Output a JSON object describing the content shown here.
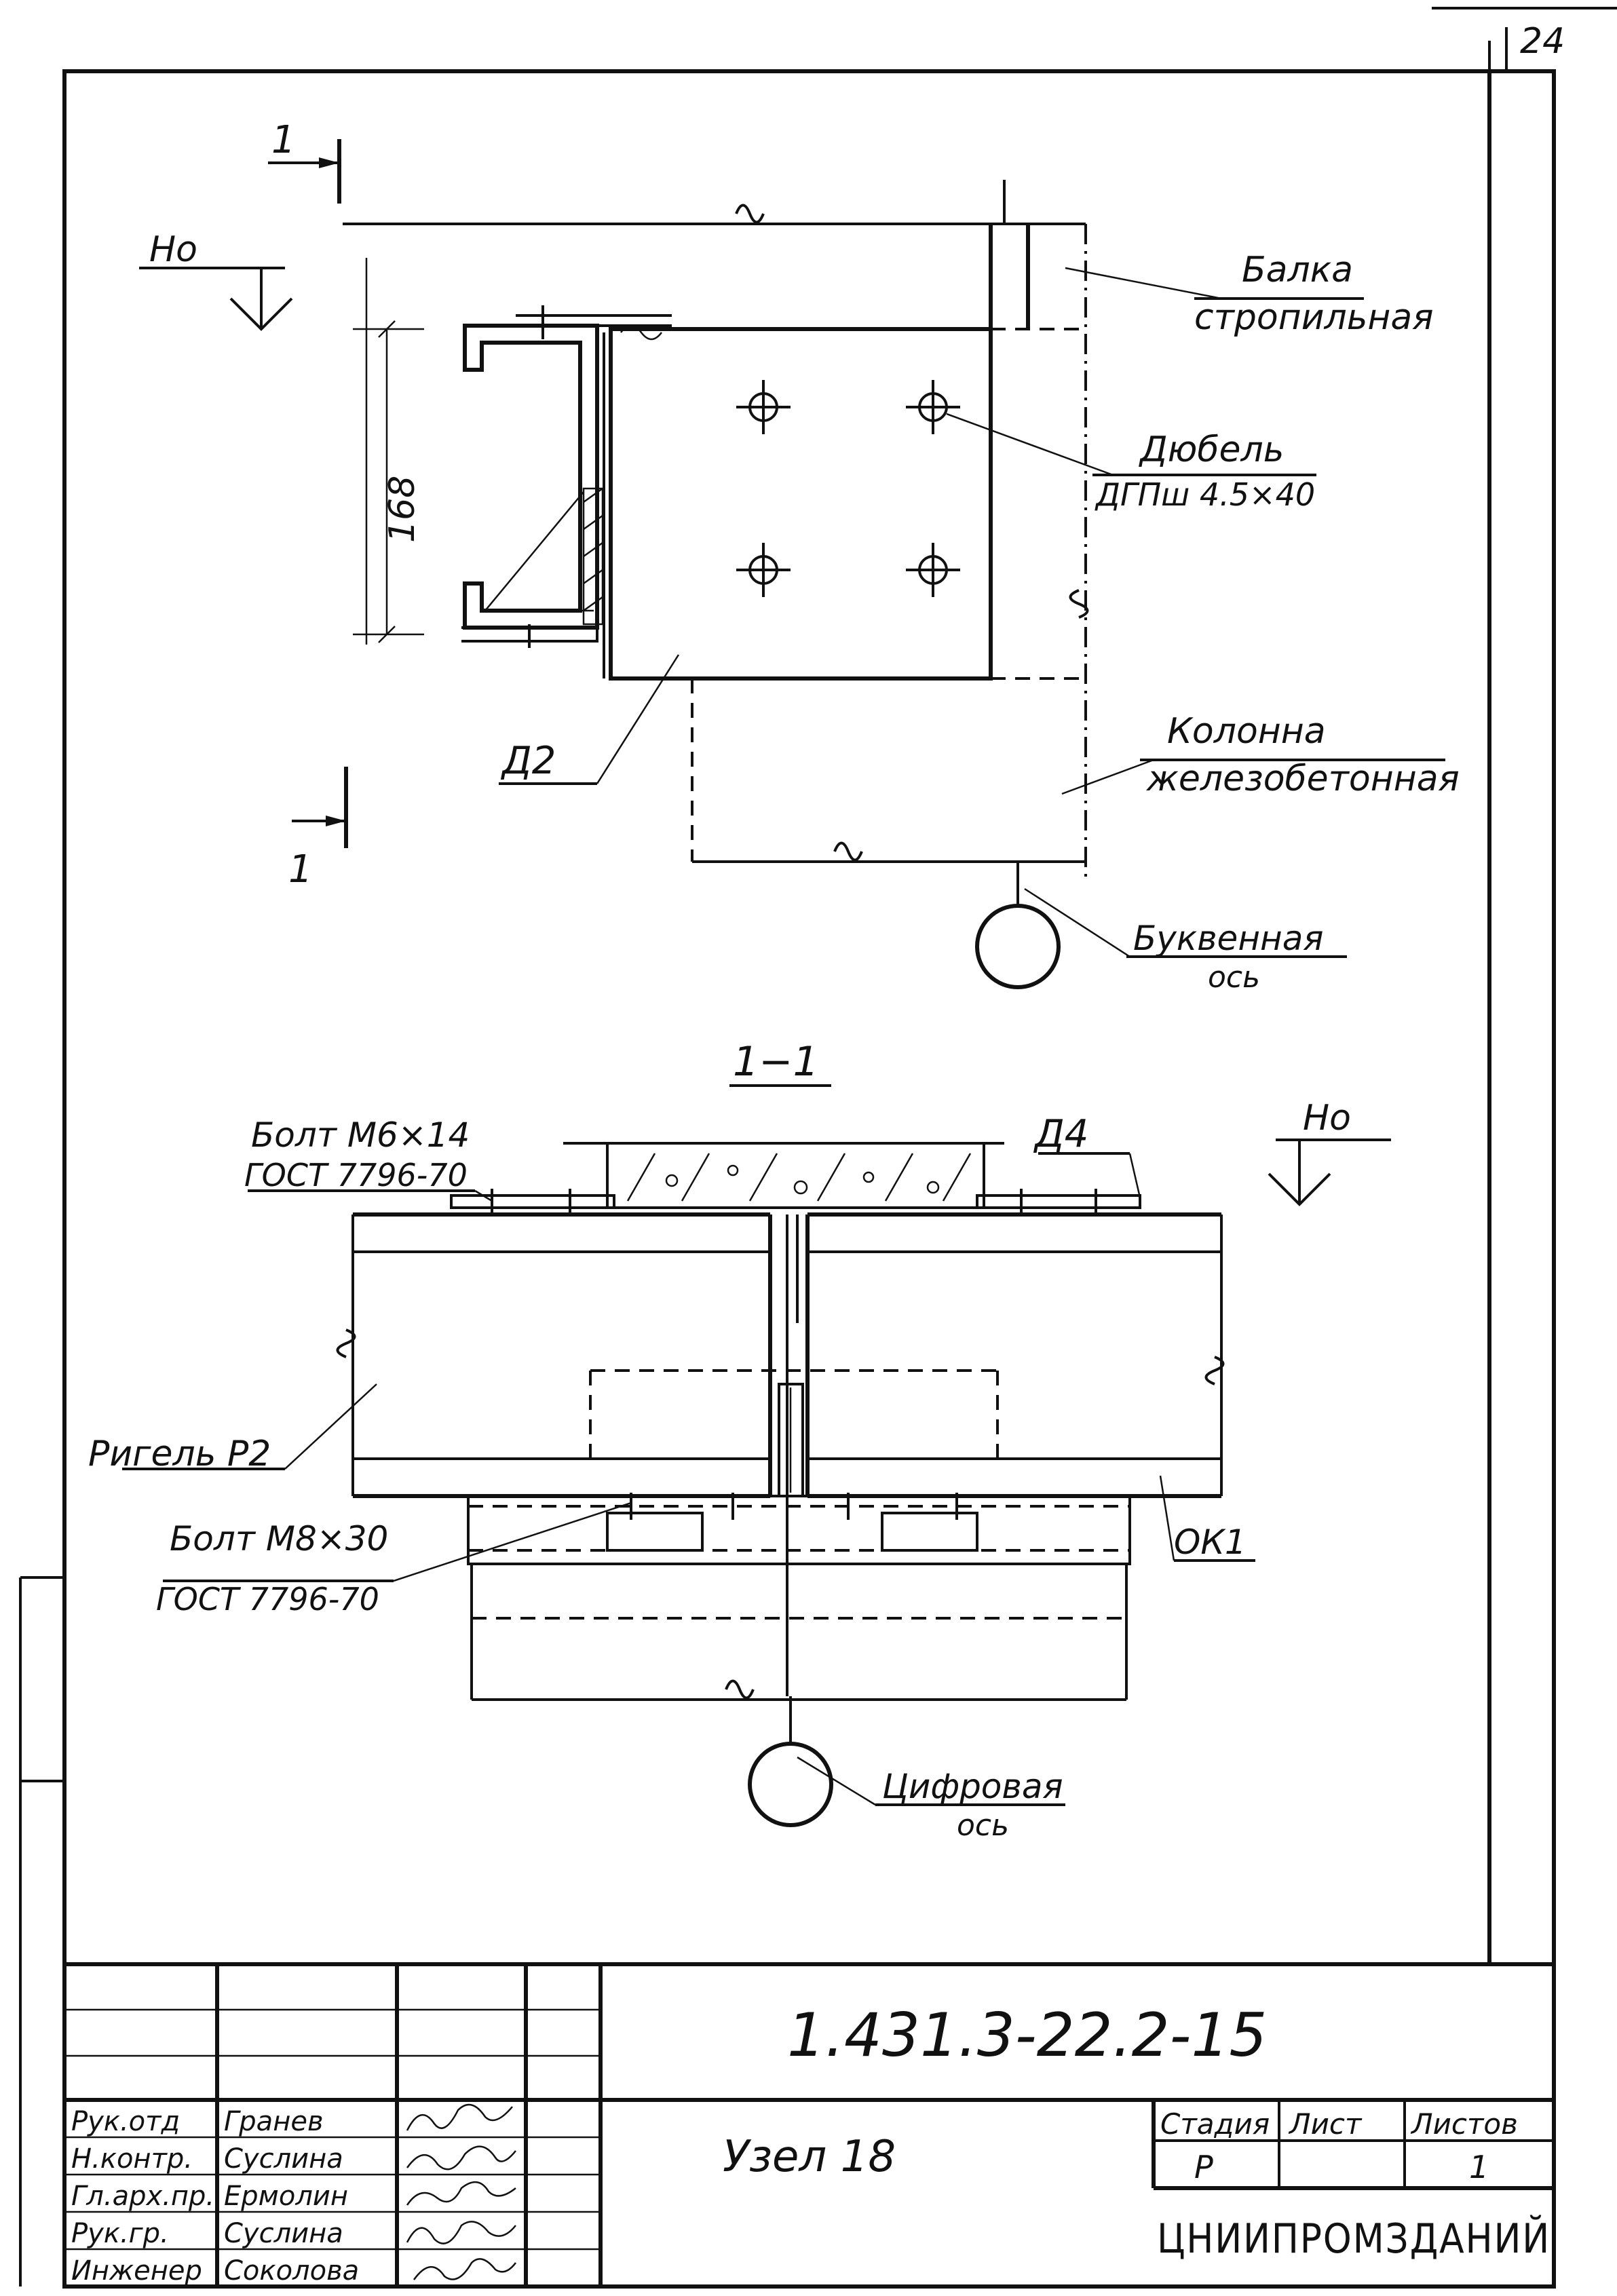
{
  "page_number": "24",
  "top_view": {
    "section_mark": "1",
    "level_mark": "Но",
    "dimension": "168",
    "labels": {
      "beam": [
        "Балка",
        "стропильная"
      ],
      "dowel": [
        "Дюбель",
        "ДГПш 4.5×40"
      ],
      "plate": "Д2",
      "column": [
        "Колонна",
        "железобетонная"
      ],
      "axis": [
        "Буквенная",
        "ось"
      ]
    }
  },
  "section_view": {
    "title": "1−1",
    "level_mark": "Но",
    "labels": {
      "bolt_top": [
        "Болт М6×14",
        "ГОСТ 7796-70"
      ],
      "plate": "Д4",
      "girder": "Ригель Р2",
      "bolt_bottom": [
        "Болт М8×30",
        "ГОСТ 7796-70"
      ],
      "ok": "ОК1",
      "axis": [
        "Цифровая",
        "ось"
      ]
    }
  },
  "title_block": {
    "document_code": "1.431.3-22.2-15",
    "drawing_title": "Узел 18",
    "roles": [
      {
        "role": "Рук.отд",
        "name": "Гранев"
      },
      {
        "role": "Н.контр.",
        "name": "Суслина"
      },
      {
        "role": "Гл.арх.пр.",
        "name": "Ермолин"
      },
      {
        "role": "Рук.гр.",
        "name": "Суслина"
      },
      {
        "role": "Инженер",
        "name": "Соколова"
      }
    ],
    "stage_header": "Стадия",
    "sheet_header": "Лист",
    "sheets_header": "Листов",
    "stage_value": "Р",
    "sheets_value": "1",
    "organization": "ЦНИИПРОМЗДАНИЙ"
  }
}
